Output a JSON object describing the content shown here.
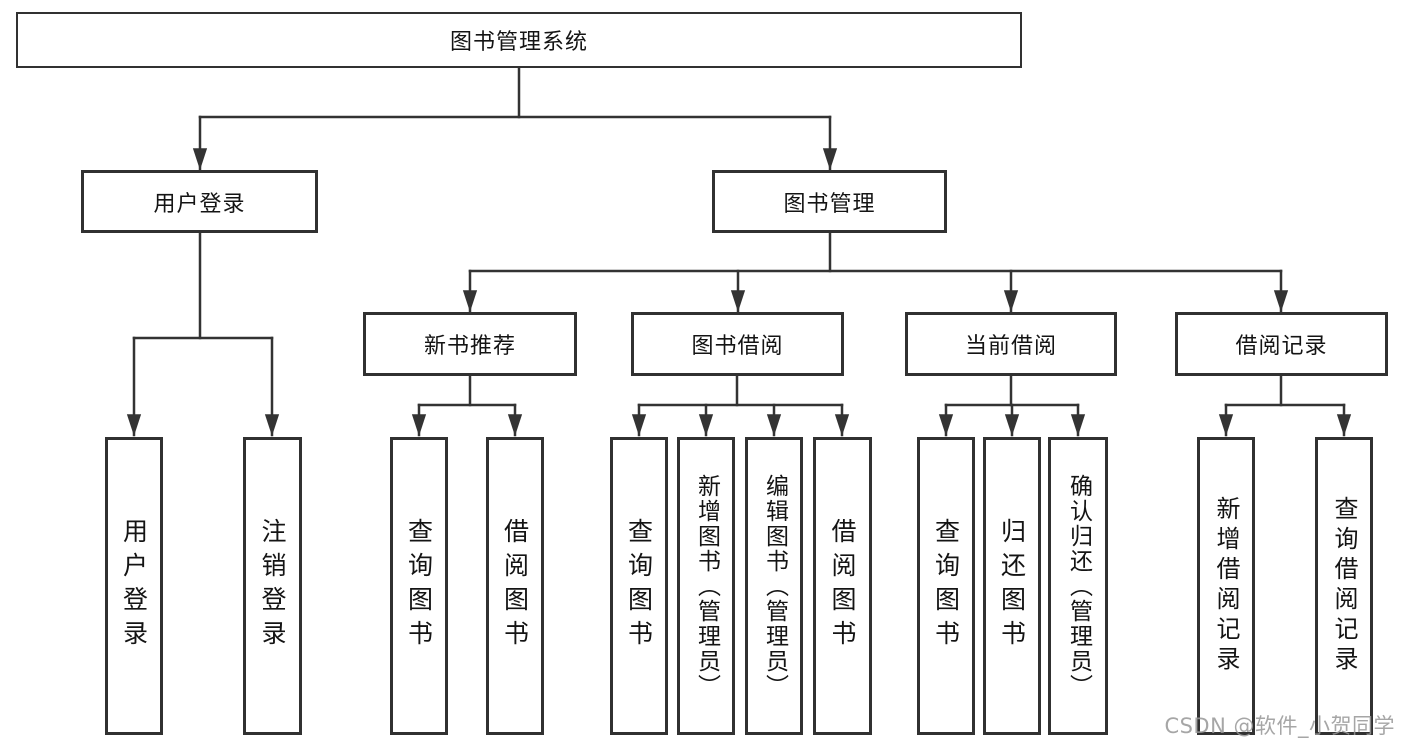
{
  "diagram": {
    "root": {
      "label": "图书管理系统"
    },
    "branches": [
      {
        "label": "用户登录",
        "children": [
          {
            "label": "用户登录"
          },
          {
            "label": "注销登录"
          }
        ]
      },
      {
        "label": "图书管理",
        "sections": [
          {
            "label": "新书推荐",
            "children": [
              {
                "label": "查询图书"
              },
              {
                "label": "借阅图书"
              }
            ]
          },
          {
            "label": "图书借阅",
            "children": [
              {
                "label": "查询图书"
              },
              {
                "label": "新增图书（管理员）"
              },
              {
                "label": "编辑图书（管理员）"
              },
              {
                "label": "借阅图书"
              }
            ]
          },
          {
            "label": "当前借阅",
            "children": [
              {
                "label": "查询图书"
              },
              {
                "label": "归还图书"
              },
              {
                "label": "确认归还（管理员）"
              }
            ]
          },
          {
            "label": "借阅记录",
            "children": [
              {
                "label": "新增借阅记录"
              },
              {
                "label": "查询借阅记录"
              }
            ]
          }
        ]
      }
    ]
  },
  "watermark": {
    "text": "CSDN @软件_小贺同学"
  },
  "colors": {
    "line": "#333333",
    "box_border": "#313131",
    "text": "#141414",
    "background": "#ffffff",
    "watermark": "#969696"
  }
}
